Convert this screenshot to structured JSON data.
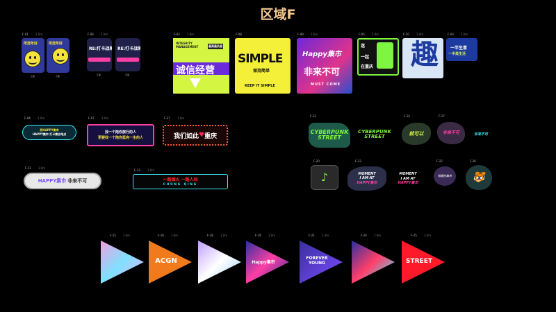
{
  "page_title": "区域F",
  "row1": {
    "f01": {
      "label": "F-01",
      "tag": "1.0m",
      "left_text": "所选年好",
      "right_text": "所选年好",
      "cap1": "正面",
      "cap2": "背面"
    },
    "f06": {
      "label": "F-06",
      "tag": "1.0m",
      "left_text": "RE:打卡战果",
      "right_text": "RE:打卡战果",
      "cap1": "正面",
      "cap2": "背面"
    },
    "f02": {
      "label": "F-02",
      "tag": "1.0m",
      "top_text": "INTEGRITY MANAGEMENT",
      "sub_text": "最高最负面",
      "main_text": "诚信经营"
    },
    "f08": {
      "label": "F-08",
      "main_text": "SIMPLE",
      "sub_text": "保持简单",
      "bottom_text": "KEEP IT SIMPLE"
    },
    "f09": {
      "label": "F-09",
      "tag": "1.0m",
      "script_text": "Happy集市",
      "main_text": "非来不可",
      "bottom_text": "MUST COME"
    },
    "f05": {
      "label": "F-05",
      "tag": "1.0m",
      "line1": "迷",
      "line2": "一起",
      "line3": "在重庆"
    },
    "f10": {
      "label": "F-10",
      "tag": "1.0m",
      "main_text": "趣"
    },
    "f03": {
      "label": "F-03",
      "tag": "1.0m",
      "line1": "一半生意",
      "line2": "一半是生活"
    }
  },
  "row2": {
    "f04": {
      "label": "F-04",
      "tag": "1.0m",
      "line1": "到HAPPY集市",
      "line2": "HAPPY集市 打卡集合地点"
    },
    "f07": {
      "label": "F-07",
      "tag": "1.0m",
      "line1": "找一个陪你旅行的人",
      "line2": "更要找一个陪你逛完一生的人"
    },
    "f27": {
      "label": "F-27",
      "tag": "1.0m",
      "text_a": "我们如此",
      "heart": "♥",
      "text_b": "重庆"
    },
    "f11": {
      "label": "F-11",
      "tag": "1.0m",
      "text_a": "HAPPY集市",
      "text_b": "非来不可"
    },
    "f13": {
      "label": "F-13",
      "tag": "1.0m",
      "line1": "一路烟火 一路人间",
      "line2": "CHONG QING"
    }
  },
  "badges": {
    "f12": {
      "label": "F-12",
      "line1": "CYBERPUNK",
      "line2": "STREET"
    },
    "f14": {
      "label": "F-14",
      "text": "就可以"
    },
    "f17": {
      "label": "F-17",
      "text_a": "非来不可",
      "text_b": "非来不可"
    },
    "cyber2": {
      "line1": "CYBERPUNK",
      "line2": "STREET"
    },
    "f20": {
      "label": "F-20"
    },
    "f23": {
      "label": "F-23",
      "line1": "MOMENT",
      "line2": "I AM AT",
      "line3": "HAPPY集市"
    },
    "moment2": {
      "line1": "MOMENT",
      "line2": "I AM AT",
      "line3": "HAPPY集市"
    },
    "f22": {
      "label": "F-22",
      "text": "相遇在集市"
    },
    "f26": {
      "label": "F-26"
    }
  },
  "triangles": [
    {
      "label": "F-15",
      "tag": "1.0m",
      "text": ""
    },
    {
      "label": "F-16",
      "tag": "1.0m",
      "text": "ACGN"
    },
    {
      "label": "F-18",
      "tag": "1.0m",
      "text": ""
    },
    {
      "label": "F-19",
      "tag": "1.0m",
      "text": "Happy集市"
    },
    {
      "label": "F-21",
      "tag": "1.0m",
      "text": "FOREVER YOUNG"
    },
    {
      "label": "F-24",
      "tag": "1.0m",
      "text": ""
    },
    {
      "label": "F-25",
      "tag": "1.0m",
      "text": "STREET"
    }
  ],
  "colors": {
    "title": "#f2c792",
    "neon_green": "#7ef542",
    "neon_pink": "#ff3fa4",
    "neon_red": "#ff2a2a",
    "neon_cyan": "#3ff0ff",
    "orange": "#f07a1c"
  }
}
